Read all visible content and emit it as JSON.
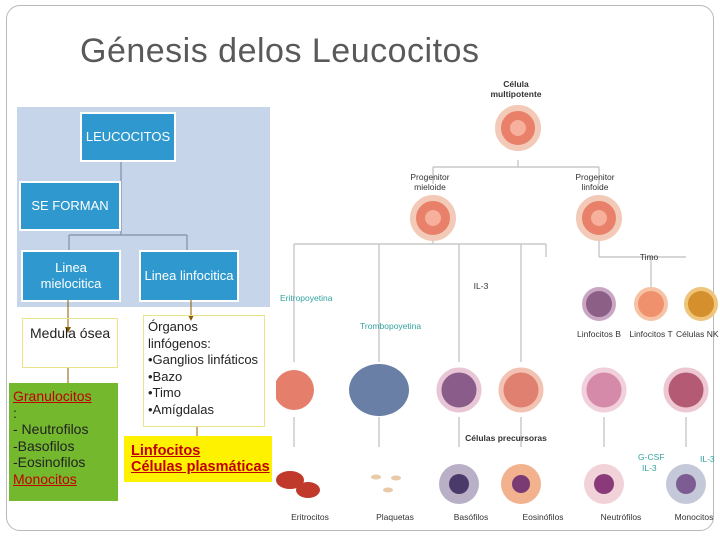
{
  "title": "Génesis delos Leucocitos",
  "left_chart": {
    "top": "LEUCOCITOS",
    "middle": "SE FORMAN",
    "line_left": "Linea mielocitica",
    "line_right": "Linea linfocitica"
  },
  "medula": "Medula ósea",
  "granulocitos": {
    "heading": "Granulocitos",
    "colon": ":",
    "items": [
      "- Neutrofilos",
      "-Basofilos",
      "-Eosinofilos"
    ],
    "monocitos": "Monocitos"
  },
  "organos": {
    "heading": "Órganos linfógenos:",
    "items": [
      "•Ganglios linfáticos",
      "•Bazo",
      "•Timo",
      "•Amígdalas"
    ]
  },
  "linfocitos": [
    "Linfocitos",
    "Células plasmáticas"
  ],
  "hematopoiesis": {
    "multipotent": "Célula multipotente",
    "myeloid_progenitor": "Progenitor mieloide",
    "lymphoid_progenitor": "Progenitor linfoide",
    "timo": "Timo",
    "il3": "IL-3",
    "eritropoyetina": "Eritropoyetina",
    "trombopoyetina": "Trombopoyetina",
    "lymph_cells": [
      "Linfocitos B",
      "Linfocitos T",
      "Células NK"
    ],
    "precursores": "Células precursoras",
    "gcsf": "G-CSF",
    "il3_small": "IL-3",
    "il3_right": "IL-3",
    "mature_cells": [
      "Eritrocitos",
      "Plaquetas",
      "Basófilos",
      "Eosinófilos",
      "Neutrófilos",
      "Monocitos"
    ]
  },
  "colors": {
    "panel_bg": "#c6d5ea",
    "box_blue": "#2f99cf",
    "green_box": "#73b82d",
    "yellow_box": "#fff200",
    "red_text": "#c00000",
    "arrow_gray": "#bfbfbf",
    "cell_pink": "#e8806a"
  }
}
